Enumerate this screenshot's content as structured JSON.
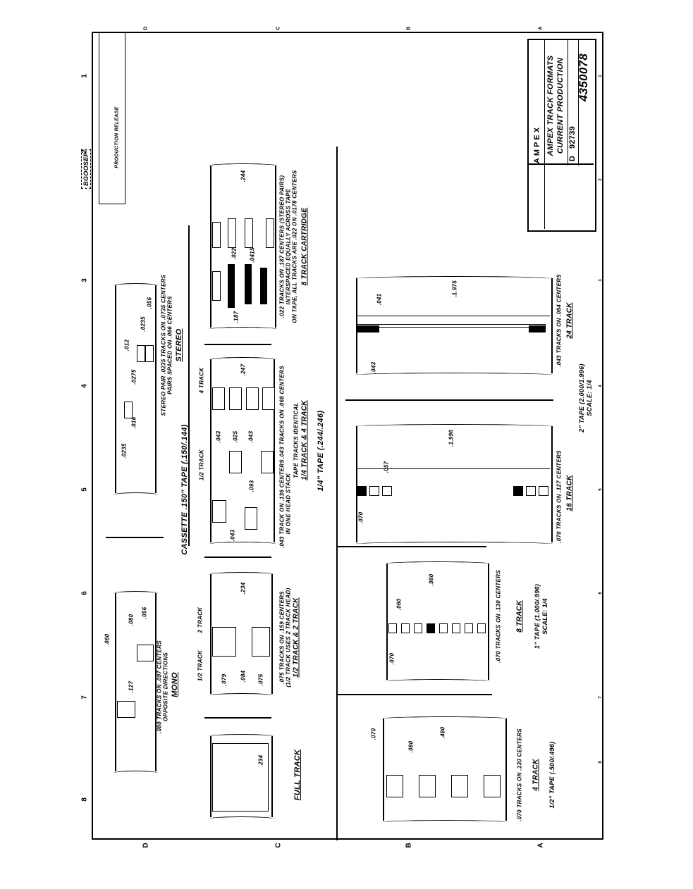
{
  "title_block": {
    "company": "AMPEX",
    "title_line1": "AMPEX TRACK FORMATS",
    "title_line2": "CURRENT PRODUCTION",
    "drawing_number": "4350078",
    "size": "D",
    "code": "92739"
  },
  "revision_block": {
    "description": "PRODUCTION RELEASE",
    "date_stamp": "BGOOSEP"
  },
  "zones": {
    "left": [
      "1",
      "2",
      "3",
      "4",
      "5",
      "6",
      "7",
      "8"
    ],
    "right": [
      "1",
      "2",
      "3",
      "4",
      "5",
      "6",
      "7",
      "8"
    ],
    "top": [
      "D",
      "C",
      "B",
      "A"
    ],
    "bottom": [
      "D",
      "C",
      "B",
      "A"
    ]
  },
  "cassette": {
    "heading": "CASSETTE  .150\" TAPE (.150/.144)",
    "mono": {
      "note1": ".080 TRACKS ON .097 CENTERS",
      "note2": "OPPOSITE DIRECTIONS",
      "label": "MONO",
      "dims": [
        ".060",
        ".080",
        ".056",
        ".127"
      ]
    },
    "stereo": {
      "note1": "STEREO PAIR .0235 TRACKS ON .0735 CENTERS",
      "note2": "PAIRS SPACED ON .066 CENTERS",
      "label": "STEREO",
      "dims": [
        ".0235",
        ".0235",
        ".016",
        ".0275",
        ".012",
        ".056"
      ]
    }
  },
  "quarter_inch": {
    "heading": "1/4\" TAPE (.244/.246)",
    "full_track": {
      "label": "FULL TRACK",
      "dims": [
        ".234"
      ]
    },
    "half_two": {
      "note1": ".075 TRACKS ON .159 CENTERS",
      "note2": "(1/2 TRACK USES 2 TRACK HEAD)",
      "label": "1/2 TRACK & 2 TRACK",
      "sub1": "1/2 TRACK",
      "sub2": "2 TRACK",
      "dims": [
        ".079",
        ".084",
        ".075",
        ".234"
      ]
    },
    "quarter_four": {
      "note1": ".043 TRACK ON .136 CENTERS",
      "note2": "IN ONE HEAD STACK",
      "note3": ".043 TRACKS ON .068 CENTERS",
      "note4": "TAPE TRACKS IDENTICAL",
      "label": "1/4 TRACK & 4 TRACK",
      "sub1": "1/2 TRACK",
      "sub2": "4 TRACK",
      "dims": [
        ".043",
        ".093",
        ".043",
        ".025",
        ".043",
        ".247"
      ]
    },
    "cartridge": {
      "note1": ".022 TRACKS ON .187 CENTERS (STEREO PAIRS)",
      "note2": "INTERSPACED EQUALLY ACROSS TAPE",
      "note3": "ON TAPE, ALL TRACKS ARE .022 ON .0178 CENTERS",
      "label": "8 TRACK CARTRIDGE",
      "dims": [
        ".187",
        ".022",
        ".0415",
        ".244"
      ]
    }
  },
  "half_inch": {
    "note": ".070 TRACKS ON .130 CENTERS",
    "label": "4 TRACK",
    "tape": "1/2\" TAPE (.500/.496)",
    "dims": [
      ".070",
      ".080",
      ".480"
    ]
  },
  "one_inch": {
    "note": ".070 TRACKS ON .130 CENTERS",
    "label": "8 TRACK",
    "tape": "1\" TAPE (1.000/.996)",
    "scale": "SCALE: 1/4",
    "dims": [
      ".070",
      ".060",
      ".980"
    ]
  },
  "two_inch": {
    "sixteen": {
      "note": ".070 TRACKS ON .127 CENTERS",
      "label": "16 TRACK",
      "dims": [
        ".070",
        ".057",
        ".1.996"
      ]
    },
    "twentyfour": {
      "note": ".043 TRACKS ON .084 CENTERS",
      "label": "24 TRACK",
      "dims": [
        ".041",
        ".043",
        ".1.975"
      ]
    },
    "tape": "2\" TAPE (2.000/1.996)",
    "scale": "SCALE: 1/4"
  }
}
